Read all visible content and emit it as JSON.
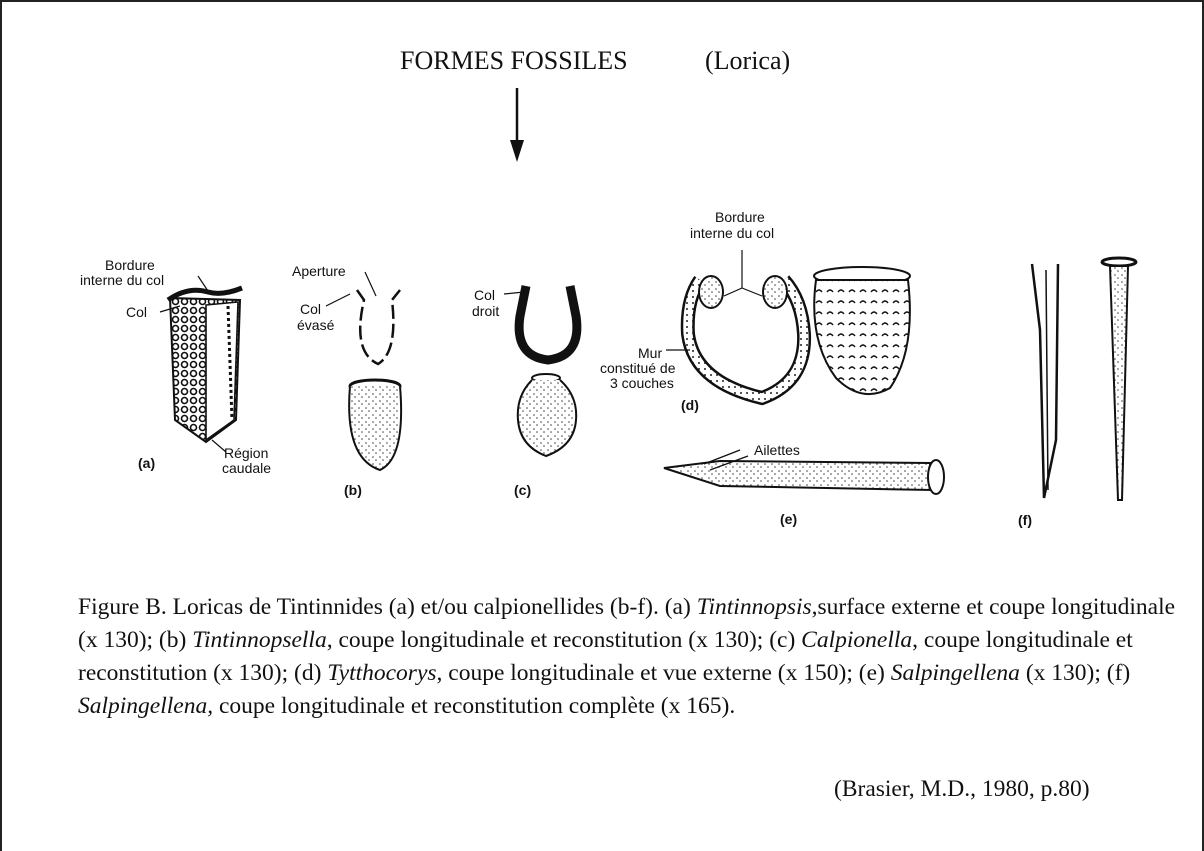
{
  "header": {
    "title": "FORMES FOSSILES",
    "subtitle": "(Lorica)"
  },
  "labels": {
    "a_top": "Bordure",
    "a_top2": "interne du col",
    "a_col": "Col",
    "a_region": "Région",
    "a_region2": "caudale",
    "a_tag": "(a)",
    "b_aperture": "Aperture",
    "b_col": "Col",
    "b_evase": "évasé",
    "b_tag": "(b)",
    "c_col": "Col",
    "c_droit": "droit",
    "c_tag": "(c)",
    "d_top": "Bordure",
    "d_top2": "interne du col",
    "d_mur": "Mur",
    "d_mur2": "constitué de",
    "d_mur3": "3 couches",
    "d_tag": "(d)",
    "e_ailettes": "Ailettes",
    "e_tag": "(e)",
    "f_tag": "(f)"
  },
  "caption": {
    "p1": "Figure B. Loricas de Tintinnides (a) et/ou calpionellides (b-f). (a) ",
    "g1": "Tintinnopsis",
    "p2": ",surface externe et coupe longitudinale (x 130); (b) ",
    "g2": "Tintinnopsella",
    "p3": ", coupe longitudinale et reconstitution (x 130); (c) ",
    "g3": "Calpionella",
    "p4": ", coupe longitudinale et reconstitution (x 130); (d) ",
    "g4": "Tytthocorys",
    "p5": ", coupe longitudinale et vue externe (x 150); (e) ",
    "g5": "Salpingellena",
    "p6": " (x 130); (f) ",
    "g6": "Salpingellena,",
    "p7": " coupe longitudinale et reconstitution complète (x 165)."
  },
  "source": "(Brasier, M.D., 1980, p.80)"
}
